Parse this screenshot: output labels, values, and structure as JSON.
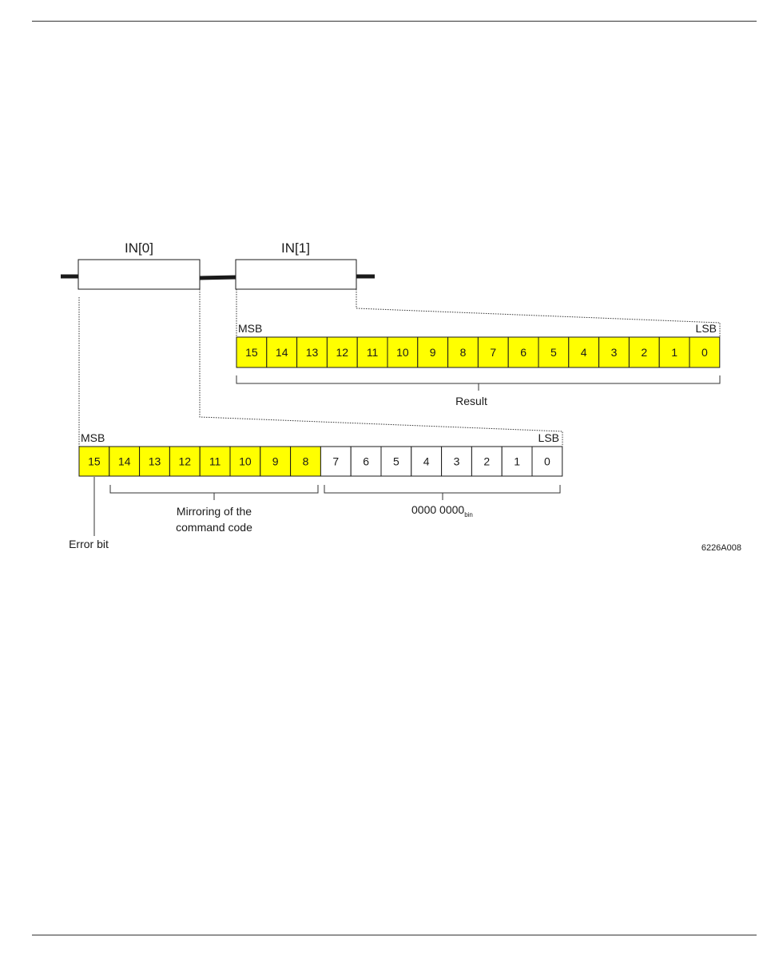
{
  "diagram": {
    "words": [
      {
        "id": "in0",
        "label": "IN[0]"
      },
      {
        "id": "in1",
        "label": "IN[1]"
      }
    ],
    "in1_register": {
      "msb_label": "MSB",
      "lsb_label": "LSB",
      "bits": [
        "15",
        "14",
        "13",
        "12",
        "11",
        "10",
        "9",
        "8",
        "7",
        "6",
        "5",
        "4",
        "3",
        "2",
        "1",
        "0"
      ],
      "highlight_count": 16,
      "group_label": "Result"
    },
    "in0_register": {
      "msb_label": "MSB",
      "lsb_label": "LSB",
      "bits": [
        "15",
        "14",
        "13",
        "12",
        "11",
        "10",
        "9",
        "8",
        "7",
        "6",
        "5",
        "4",
        "3",
        "2",
        "1",
        "0"
      ],
      "highlight_count": 8,
      "error_label": "Error bit",
      "mirror_label_line1": "Mirroring of the",
      "mirror_label_line2": "command code",
      "zero_label": "0000 0000",
      "zero_label_sub": "bin"
    },
    "figure_id": "6226A008",
    "highlight_color": "#ffff00",
    "line_color": "#1a1a1a"
  }
}
